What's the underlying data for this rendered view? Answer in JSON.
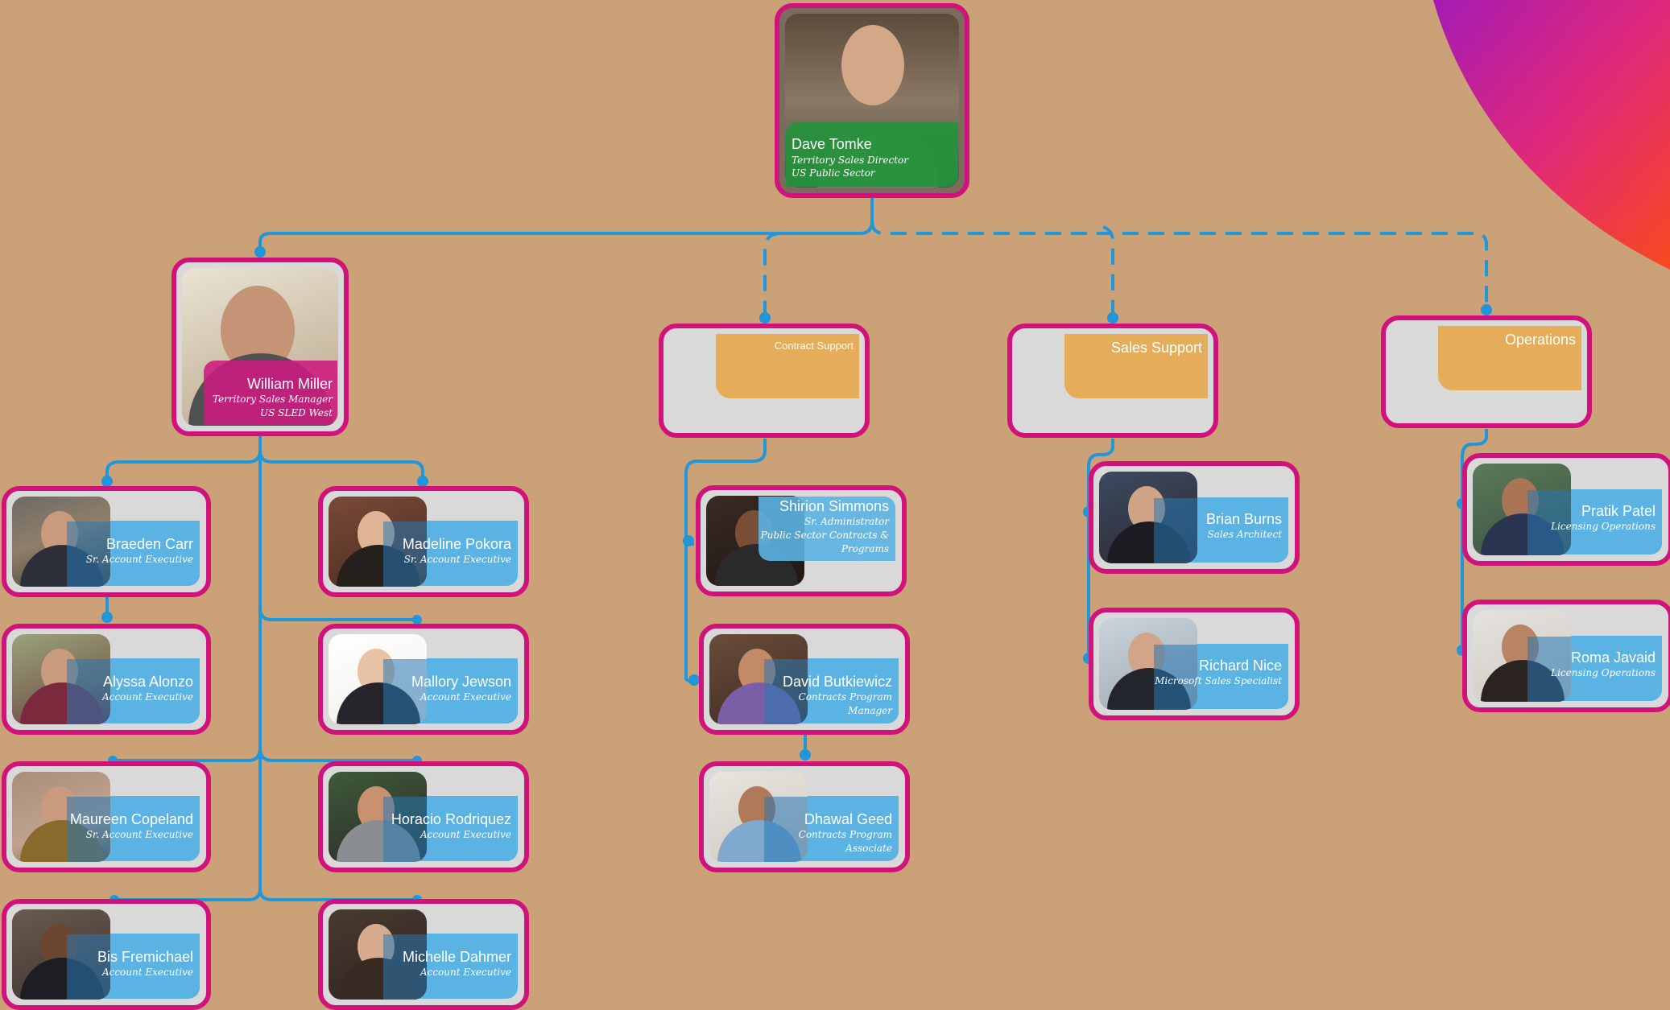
{
  "colors": {
    "background": "#CBA277",
    "card_border": "#D0127A",
    "connector": "#2196D8",
    "name_panel": "#5AB3E2",
    "manager_panel": "#CD1A80",
    "director_panel": "#22943A",
    "department_tab": "#E5AD59"
  },
  "director": {
    "name": "Dave Tomke",
    "title_line1": "Territory Sales Director",
    "title_line2": "US Public Sector"
  },
  "manager": {
    "name": "William Miller",
    "title_line1": "Territory Sales Manager",
    "title_line2": "US SLED West"
  },
  "departments": {
    "contract_support": "Contract Support",
    "sales_support": "Sales Support",
    "operations": "Operations"
  },
  "team_left": [
    {
      "name": "Braeden Carr",
      "title": "Sr. Account Executive"
    },
    {
      "name": "Alyssa Alonzo",
      "title": "Account Executive"
    },
    {
      "name": "Maureen Copeland",
      "title": "Sr. Account Executive"
    },
    {
      "name": "Bis Fremichael",
      "title": "Account Executive"
    }
  ],
  "team_right": [
    {
      "name": "Madeline Pokora",
      "title": "Sr. Account Executive"
    },
    {
      "name": "Mallory Jewson",
      "title": "Account Executive"
    },
    {
      "name": "Horacio Rodriquez",
      "title": "Account Executive"
    },
    {
      "name": "Michelle Dahmer",
      "title": "Account Executive"
    }
  ],
  "contract_team": [
    {
      "name": "Shirion Simmons",
      "title_line1": "Sr. Administrator",
      "title_line2": "Public Sector Contracts &",
      "title_line3": "Programs"
    },
    {
      "name": "David Butkiewicz",
      "title_line1": "Contracts Program",
      "title_line2": "Manager"
    },
    {
      "name": "Dhawal Geed",
      "title_line1": "Contracts Program",
      "title_line2": "Associate"
    }
  ],
  "sales_support_team": [
    {
      "name": "Brian Burns",
      "title": "Sales Architect"
    },
    {
      "name": "Richard Nice",
      "title": "Microsoft Sales Specialist"
    }
  ],
  "operations_team": [
    {
      "name": "Pratik Patel",
      "title": "Licensing Operations"
    },
    {
      "name": "Roma Javaid",
      "title": "Licensing Operations"
    }
  ]
}
